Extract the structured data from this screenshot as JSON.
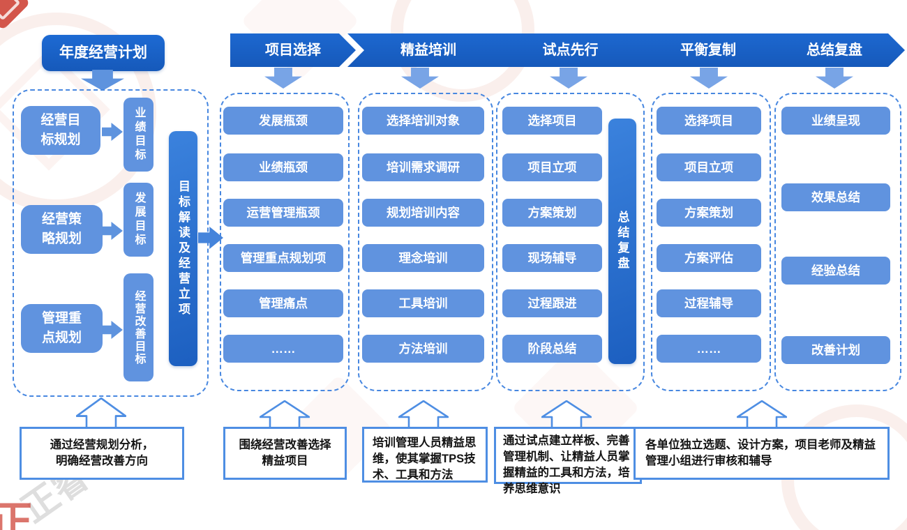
{
  "title": "年度经营计划",
  "headers": [
    "项目选择",
    "精益培训",
    "试点先行",
    "平衡复制",
    "总结复盘"
  ],
  "planning": {
    "rows": [
      {
        "source": "经营目\n标规划",
        "target": "业绩目标"
      },
      {
        "source": "经营策\n略规划",
        "target": "发展目标"
      },
      {
        "source": "管理重\n点规划",
        "target": "经营改善目标"
      }
    ],
    "bar": "目标解读及经营立项"
  },
  "columns": [
    {
      "items": [
        "发展瓶颈",
        "业绩瓶颈",
        "运营管理瓶颈",
        "管理重点规划项",
        "管理痛点",
        "……"
      ]
    },
    {
      "items": [
        "选择培训对象",
        "培训需求调研",
        "规划培训内容",
        "理念培训",
        "工具培训",
        "方法培训"
      ]
    },
    {
      "items": [
        "选择项目",
        "项目立项",
        "方案策划",
        "现场辅导",
        "过程跟进",
        "阶段总结"
      ],
      "bar": "总结复盘"
    },
    {
      "items": [
        "选择项目",
        "项目立项",
        "方案策划",
        "方案评估",
        "过程辅导",
        "……"
      ]
    },
    {
      "items": [
        "业绩呈现",
        "效果总结",
        "经验总结",
        "改善计划"
      ]
    }
  ],
  "notes": [
    "通过经营规划分析，\n明确经营改善方向",
    "围绕经营改善选择\n精益项目",
    "培训管理人员精益思维，使其掌握TPS技术、工具和方法",
    "通过试点建立样板、完善管理机制、让精益人员掌握精益的工具和方法，培养思维意识",
    "各单位独立选题、设计方案，项目老师及精益管理小组进行审核和辅导"
  ],
  "watermark": {
    "brand": "正睿",
    "corner": "正"
  },
  "colors": {
    "primary": "#1a63c9",
    "item_blue": "#6093df",
    "bar_blue": "#2a72d2",
    "dash_border": "#4787e0",
    "note_border": "#4e8ee3",
    "arrow_light": "#78a4e6"
  }
}
